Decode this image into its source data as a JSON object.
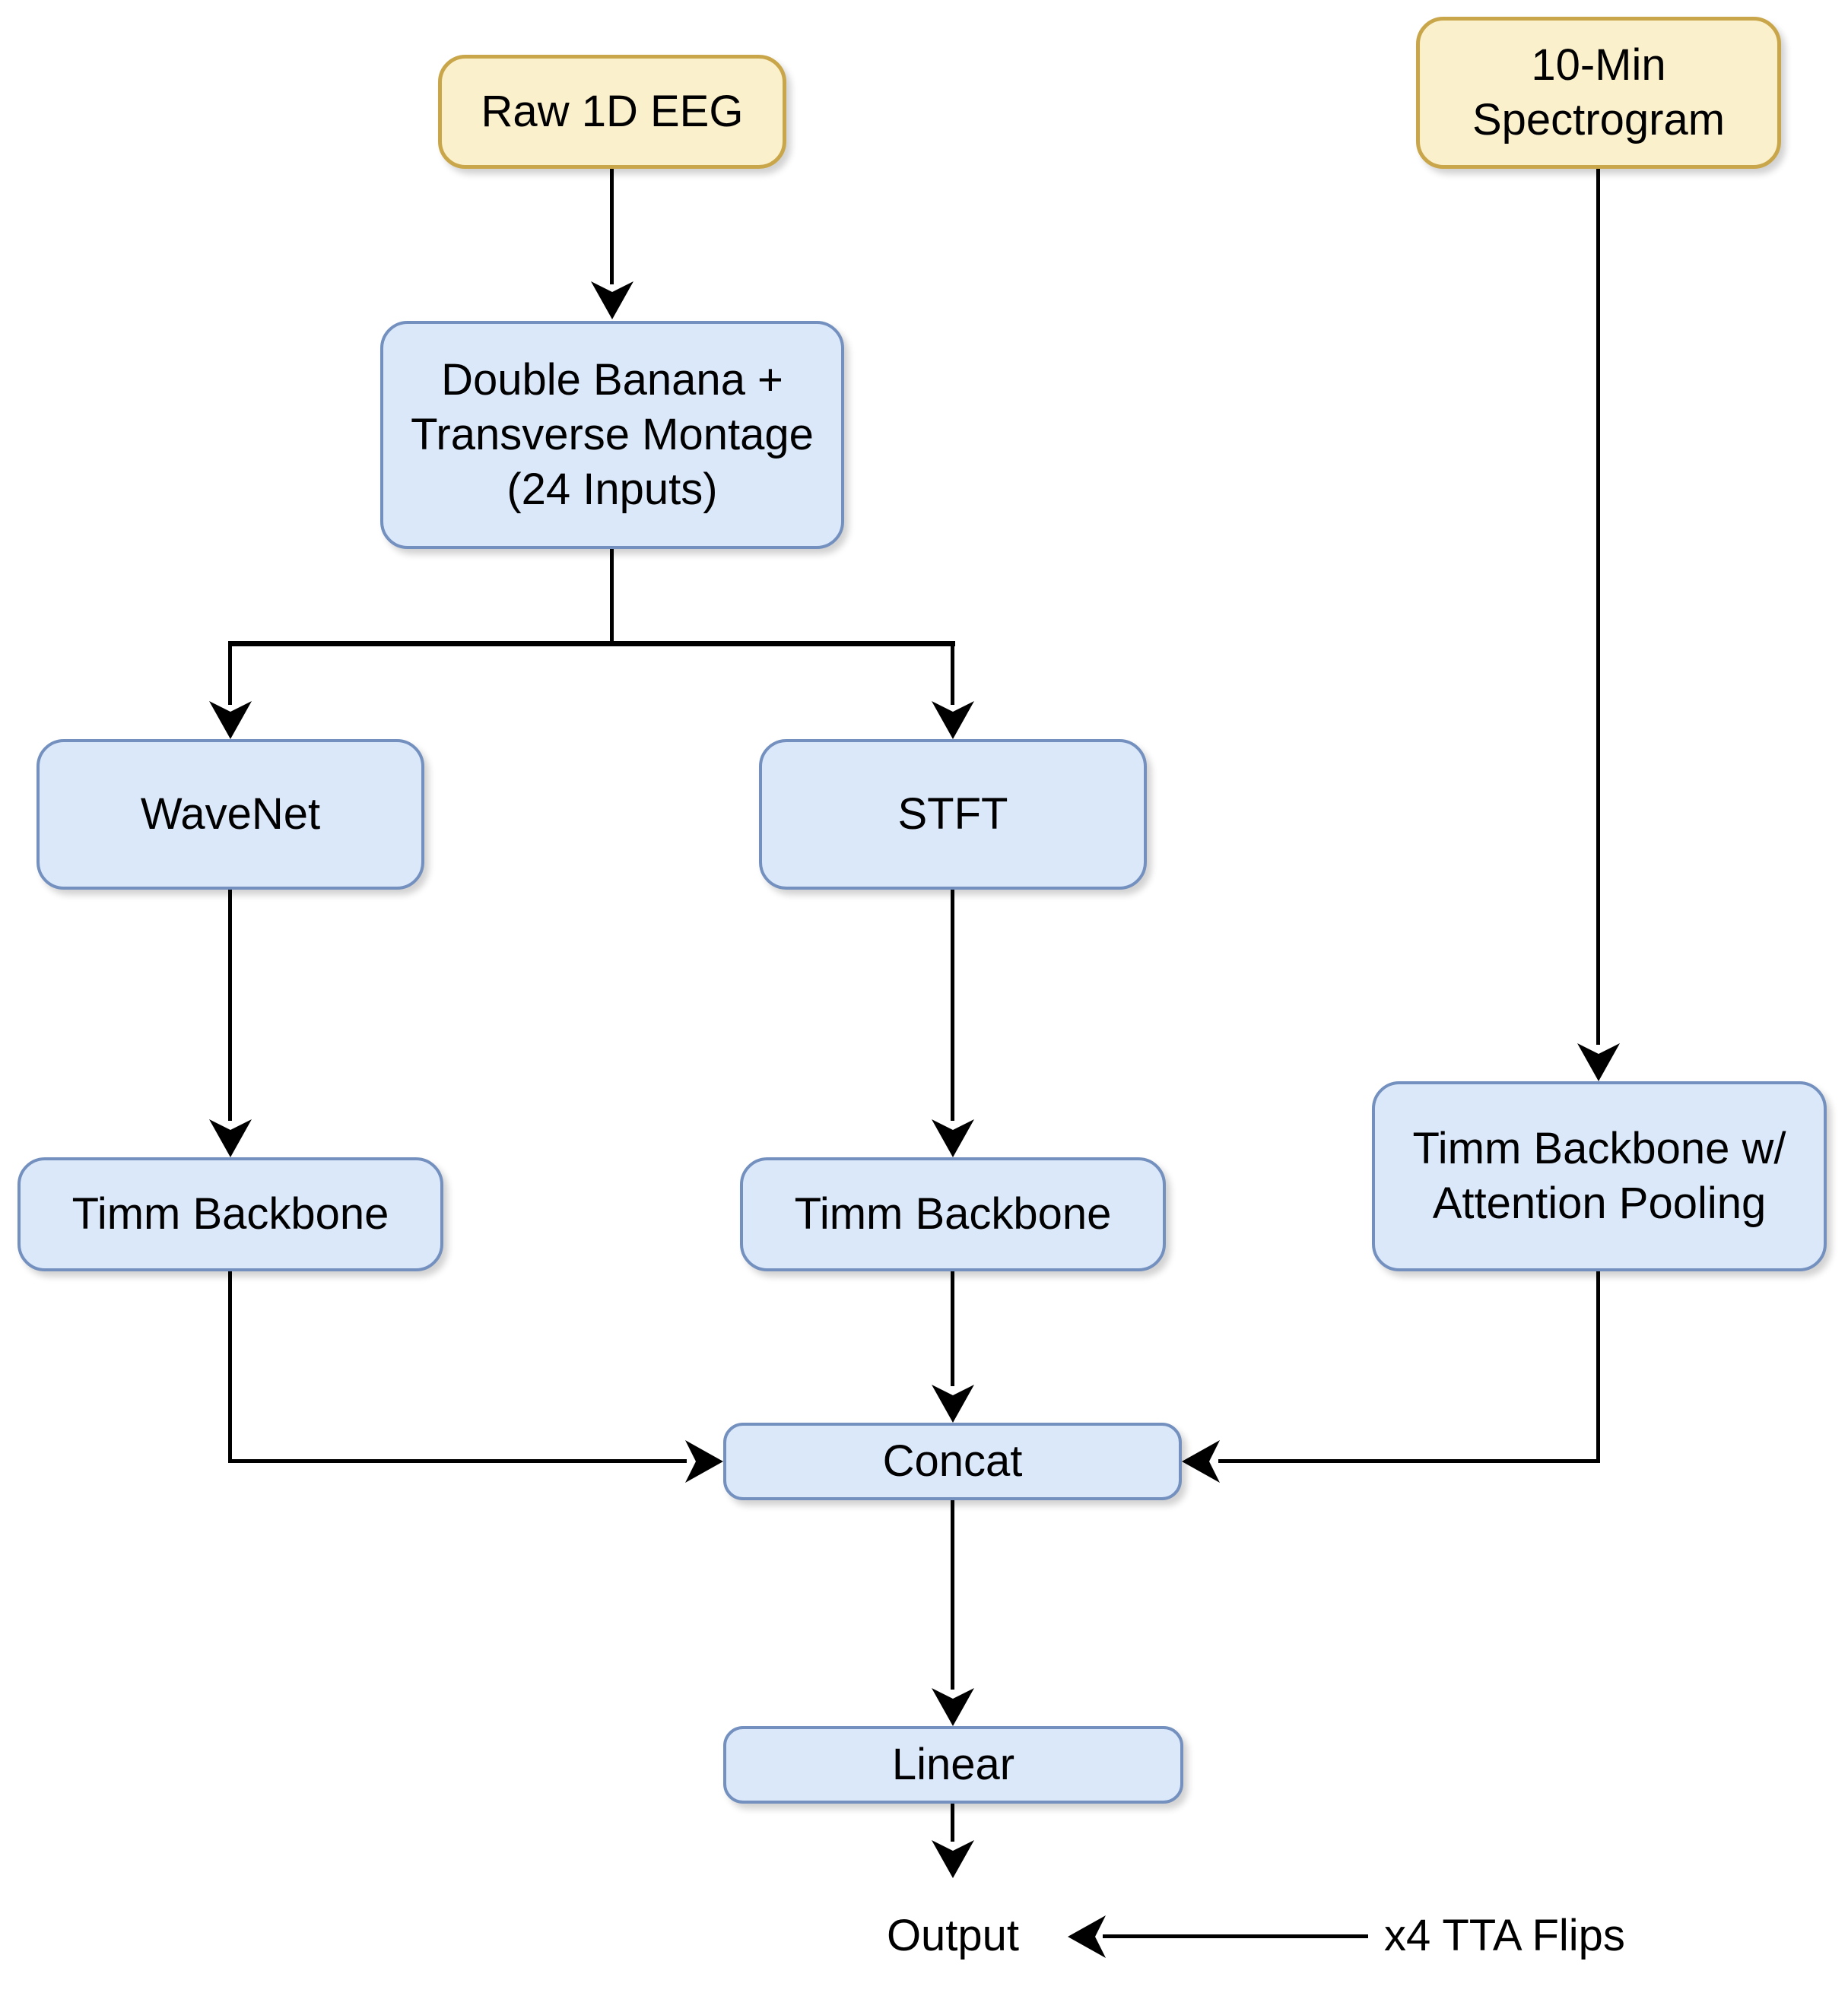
{
  "diagram": {
    "title": "EEG model architecture flowchart",
    "colors": {
      "input_fill": "#FBF0CC",
      "input_border": "#C9A64A",
      "process_fill": "#DBE8FA",
      "process_border": "#7390BF",
      "arrow": "#000000",
      "text": "#000000",
      "bg": "#FFFFFF"
    },
    "nodes": {
      "raw_eeg": {
        "label": "Raw 1D EEG"
      },
      "spectrogram": {
        "lines": [
          "10-Min",
          "Spectrogram"
        ]
      },
      "montage": {
        "lines": [
          "Double Banana +",
          "Transverse Montage",
          "(24 Inputs)"
        ]
      },
      "wavenet": {
        "label": "WaveNet"
      },
      "stft": {
        "label": "STFT"
      },
      "timm_left": {
        "label": "Timm Backbone"
      },
      "timm_mid": {
        "label": "Timm Backbone"
      },
      "timm_ap": {
        "lines": [
          "Timm Backbone w/",
          "Attention Pooling"
        ]
      },
      "concat": {
        "label": "Concat"
      },
      "linear": {
        "label": "Linear"
      },
      "output": {
        "label": "Output"
      },
      "tta": {
        "label": "x4 TTA Flips"
      }
    },
    "edges": [
      {
        "from": "Raw 1D EEG",
        "to": "Double Banana + Transverse Montage (24 Inputs)"
      },
      {
        "from": "Double Banana + Transverse Montage (24 Inputs)",
        "to": "WaveNet"
      },
      {
        "from": "Double Banana + Transverse Montage (24 Inputs)",
        "to": "STFT"
      },
      {
        "from": "WaveNet",
        "to": "Timm Backbone"
      },
      {
        "from": "STFT",
        "to": "Timm Backbone"
      },
      {
        "from": "10-Min Spectrogram",
        "to": "Timm Backbone w/ Attention Pooling"
      },
      {
        "from": "Timm Backbone (WaveNet branch)",
        "to": "Concat"
      },
      {
        "from": "Timm Backbone (STFT branch)",
        "to": "Concat"
      },
      {
        "from": "Timm Backbone w/ Attention Pooling",
        "to": "Concat"
      },
      {
        "from": "Concat",
        "to": "Linear"
      },
      {
        "from": "Linear",
        "to": "Output"
      },
      {
        "from": "x4 TTA Flips",
        "to": "Output"
      }
    ]
  }
}
